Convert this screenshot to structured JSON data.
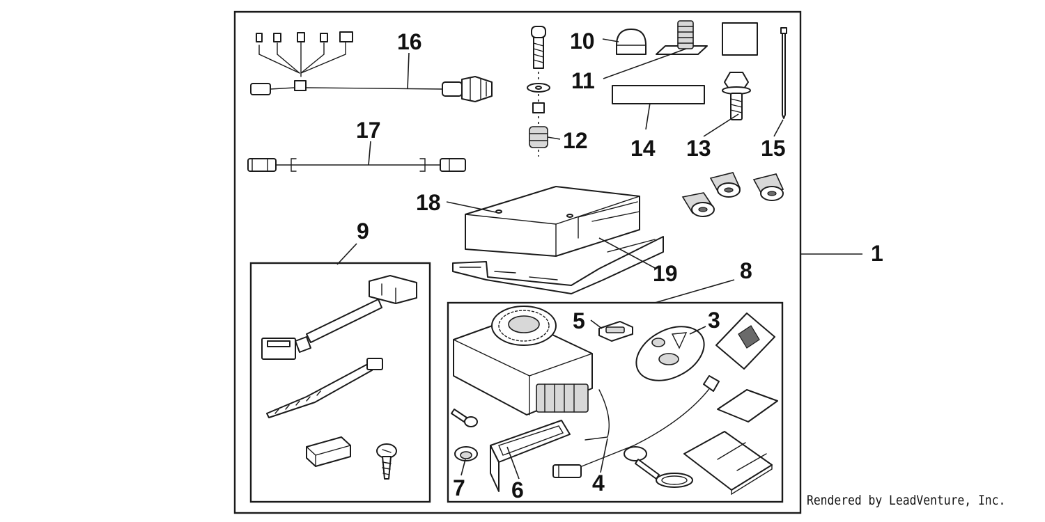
{
  "diagram": {
    "callouts": [
      "1",
      "3",
      "4",
      "5",
      "6",
      "7",
      "8",
      "9",
      "10",
      "11",
      "12",
      "13",
      "14",
      "15",
      "16",
      "17",
      "18",
      "19"
    ],
    "credit": "Rendered by LeadVenture, Inc."
  }
}
